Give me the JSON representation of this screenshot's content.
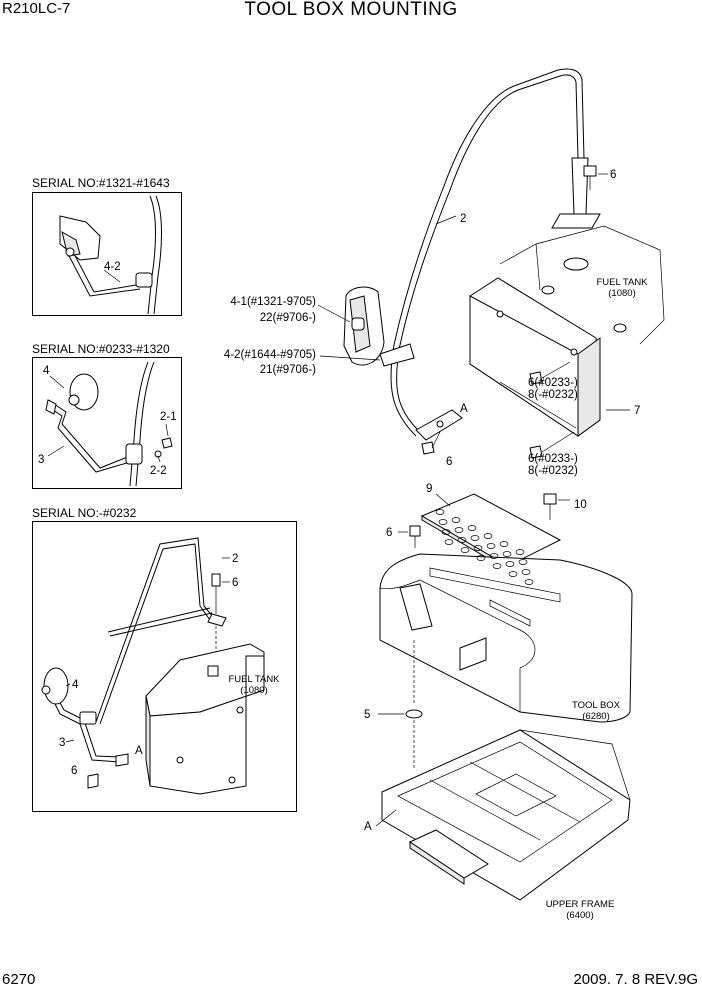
{
  "header": {
    "model": "R210LC-7",
    "title": "TOOL BOX MOUNTING"
  },
  "footer": {
    "page": "6270",
    "revision": "2009. 7. 8  REV.9G"
  },
  "insets": [
    {
      "serial": "SERIAL NO:#1321-#1643",
      "callouts": [
        "4-2"
      ]
    },
    {
      "serial": "SERIAL NO:#0233-#1320",
      "callouts": [
        "4",
        "2-1",
        "2-2",
        "3"
      ]
    },
    {
      "serial": "SERIAL NO:-#0232",
      "callouts": [
        "2",
        "6",
        "4",
        "3",
        "A",
        "6"
      ],
      "reference": {
        "name": "FUEL TANK",
        "number": "(1080)"
      }
    }
  ],
  "main": {
    "callouts": {
      "c6_top": "6",
      "c2": "2",
      "c41a": "4-1(#1321-9705)",
      "c41b": "22(#9706-)",
      "c42a": "4-2(#1644-#9705)",
      "c42b": "21(#9706-)",
      "c6a": "6(#0233-)",
      "c8a": "8(-#0232)",
      "c7": "7",
      "cA1": "A",
      "c6_mid": "6",
      "c6b": "6(#0233-)",
      "c8b": "8(-#0232)",
      "c9": "9",
      "c10": "10",
      "c6_plate": "6",
      "c5": "5",
      "cA2": "A"
    },
    "references": [
      {
        "name": "FUEL TANK",
        "number": "(1080)"
      },
      {
        "name": "TOOL BOX",
        "number": "(6280)"
      },
      {
        "name": "UPPER FRAME",
        "number": "(6400)"
      }
    ]
  }
}
